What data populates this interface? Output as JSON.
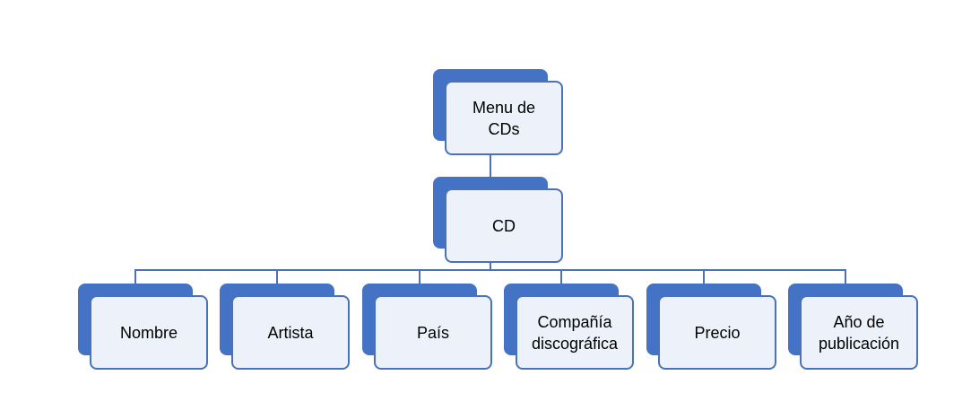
{
  "diagram": {
    "colors": {
      "shadow_fill": "#4472c4",
      "card_fill": "#edf1fa",
      "card_border": "#4a72b8",
      "connector": "#4a72b8",
      "text": "#000000"
    },
    "root": {
      "label": "Menu de\nCDs"
    },
    "middle": {
      "label": "CD"
    },
    "leaves": [
      {
        "label": "Nombre"
      },
      {
        "label": "Artista"
      },
      {
        "label": "País"
      },
      {
        "label": "Compañía\ndiscográfica"
      },
      {
        "label": "Precio"
      },
      {
        "label": "Año de\npublicación"
      }
    ]
  }
}
